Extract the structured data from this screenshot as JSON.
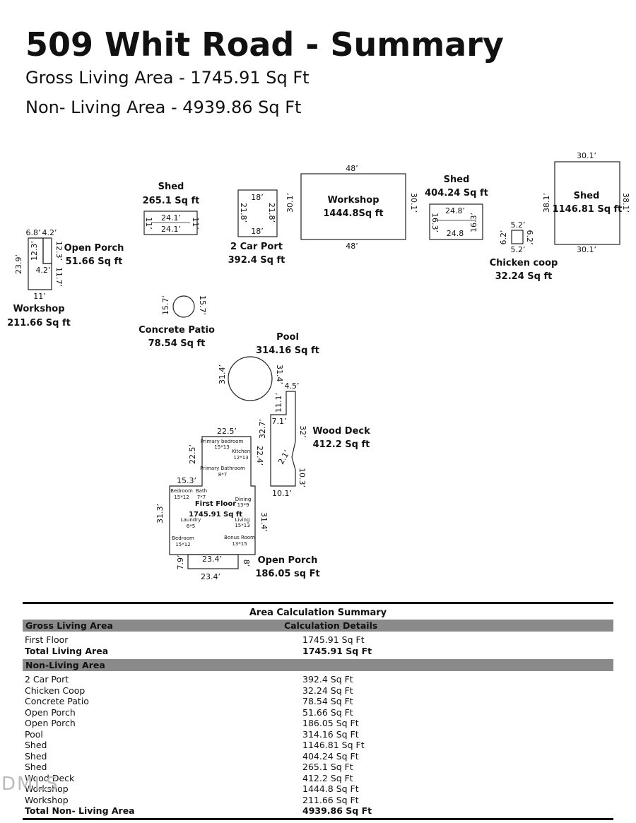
{
  "header": {
    "title": "509 Whit Road - Summary",
    "gross_living": "Gross Living Area - 1745.91 Sq Ft",
    "non_living": "Non- Living Area - 4939.86 Sq Ft"
  },
  "plan": {
    "shed1": {
      "name": "Shed",
      "area": "265.1 Sq ft",
      "d1": "24.1’",
      "d2": "24.1’",
      "d3": "11’",
      "d4": "11’"
    },
    "carport": {
      "name": "2 Car Port",
      "area": "392.4 Sq ft",
      "d1": "18’",
      "d2": "18’",
      "d3": "21.8’",
      "d4": "21.8’"
    },
    "workshop_big": {
      "name": "Workshop",
      "area": "1444.8Sq ft",
      "d1": "48’",
      "d2": "48’",
      "d3": "30.1’",
      "d4": "30.1’"
    },
    "shed2": {
      "name": "Shed",
      "area": "404.24 Sq ft",
      "d1": "24.8’",
      "d2": "24.8",
      "d3": "16.3’",
      "d4": "16.3’"
    },
    "shed3": {
      "name": "Shed",
      "area": "1146.81 Sq ft",
      "d1": "30.1’",
      "d2": "30.1’",
      "d3": "38.1’",
      "d4": "38.1’"
    },
    "chicken": {
      "name": "Chicken coop",
      "area": "32.24 Sq ft",
      "d1": "5.2’",
      "d2": "5.2’",
      "d3": "6.2’",
      "d4": "6.2’"
    },
    "workshop_small": {
      "name": "Workshop",
      "area": "211.66 Sq ft",
      "d1": "6.8’",
      "d2": "23.9’",
      "d3": "11’"
    },
    "open_porch1": {
      "name": "Open Porch",
      "area": "51.66 Sq ft",
      "d1": "4.2’",
      "d2": "12.3’",
      "d3": "12.3’",
      "d4": "4.2’",
      "d5": "11.7’"
    },
    "patio": {
      "name": "Concrete Patio",
      "area": "78.54 Sq ft",
      "d1": "15.7’",
      "d2": "15.7’"
    },
    "pool": {
      "name": "Pool",
      "area": "314.16 Sq ft",
      "d1": "31.4’",
      "d2": "31.4’"
    },
    "deck": {
      "name": "Wood Deck",
      "area": "412.2 Sq ft",
      "d1": "4.5’",
      "d2": "11.1’",
      "d3": "7.1’",
      "d4": "32.7’",
      "d5": "32’",
      "d6": "2.1’",
      "d7": "10.3’",
      "d8": "10.1’"
    },
    "first_floor": {
      "name": "First Floor",
      "area": "1745.91 Sq ft",
      "d_top": "22.5’",
      "d_left_upper": "22.5’",
      "d_right_upper": "22.4’",
      "d_step": "15.3’",
      "d_left": "31.3’",
      "d_right": "31.4’",
      "rooms": [
        {
          "name": "Primary bedroom",
          "size": "15*13"
        },
        {
          "name": "Kitchen",
          "size": "12*13"
        },
        {
          "name": "Primary Bathroom",
          "size": "8*7"
        },
        {
          "name": "Bedroom",
          "size": "15*12"
        },
        {
          "name": "Bath",
          "size": "7*7"
        },
        {
          "name": "Dining",
          "size": "13*9"
        },
        {
          "name": "Laundry",
          "size": "6*5"
        },
        {
          "name": "Living",
          "size": "15*13"
        },
        {
          "name": "Bedroom",
          "size": "15*12"
        },
        {
          "name": "Bonus Room",
          "size": "13*15"
        }
      ]
    },
    "open_porch2": {
      "name": "Open Porch",
      "area": "186.05 sq Ft",
      "d1": "23.4’",
      "d2": "23.4’",
      "d3": "7.9’",
      "d4": "8’"
    }
  },
  "table": {
    "title": "Area Calculation Summary",
    "gla_header": "Gross Living Area",
    "details_header": "Calculation Details",
    "gla_rows": [
      {
        "label": "First Floor",
        "value": "1745.91 Sq Ft"
      }
    ],
    "gla_total": {
      "label": "Total Living Area",
      "value": "1745.91 Sq Ft"
    },
    "nla_header": "Non-Living Area",
    "nla_rows": [
      {
        "label": "2 Car Port",
        "value": "392.4 Sq Ft"
      },
      {
        "label": "Chicken Coop",
        "value": "32.24 Sq Ft"
      },
      {
        "label": "Concrete Patio",
        "value": "78.54 Sq Ft"
      },
      {
        "label": "Open Porch",
        "value": "51.66 Sq Ft"
      },
      {
        "label": "Open Porch",
        "value": "186.05 Sq Ft"
      },
      {
        "label": "Pool",
        "value": "314.16 Sq Ft"
      },
      {
        "label": "Shed",
        "value": "1146.81 Sq Ft"
      },
      {
        "label": "Shed",
        "value": "404.24 Sq Ft"
      },
      {
        "label": "Shed",
        "value": "265.1 Sq Ft"
      },
      {
        "label": "Wood Deck",
        "value": "412.2 Sq Ft"
      },
      {
        "label": "Workshop",
        "value": "1444.8 Sq Ft"
      },
      {
        "label": "Workshop",
        "value": "211.66 Sq Ft"
      }
    ],
    "nla_total": {
      "label": "Total Non- Living Area",
      "value": "4939.86 Sq Ft"
    }
  },
  "watermark": "DMLS"
}
